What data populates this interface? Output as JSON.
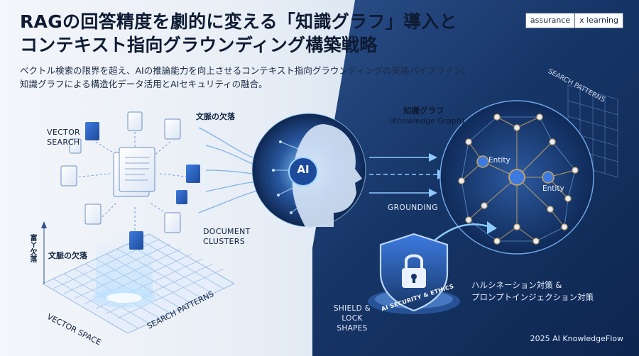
{
  "header": {
    "title_line1": "RAGの回答精度を劇的に変える「知識グラフ」導入と",
    "title_line2": "コンテキスト指向グラウンディング構築戦略",
    "subtitle_line1": "ベクトル検索の限界を超え、AIの推論能力を向上させるコンテキスト指向グラウンディングの実装パイプライン。",
    "subtitle_line2": "知識グラフによる構造化データ活用とAIセキュリティの融合。"
  },
  "brand": {
    "left": "assurance",
    "right": "x learning"
  },
  "left_panel": {
    "vector_search": [
      "VECTOR",
      "SEARCH"
    ],
    "context_gap_top": "文脈の欠落",
    "context_gap_left": "文脈の欠落",
    "vertical_text": "富ㄚ欠落",
    "document_clusters": [
      "DOCUMENT",
      "CLUSTERS"
    ],
    "vector_space": "VECTOR SPACE",
    "search_patterns": "SEARCH PATTERNS"
  },
  "center": {
    "ai_label": "AI"
  },
  "right_panel": {
    "kg_title": "知識グラフ",
    "kg_subtitle": "(Knowledge Graph)",
    "entity_1": "Entity",
    "entity_2": "Entity",
    "grounding": "GROUNDING",
    "search_patterns": "SEARCH PATTERNS",
    "shield_text": "AI SECURITY & ETHICS",
    "shield_label": [
      "SHIELD &",
      "LOCK",
      "SHAPES"
    ],
    "countermeasure_1": "ハルシネーション対策 &",
    "countermeasure_2": "プロンプトインジェクション対策",
    "footer": "2025 AI KnowledgeFlow"
  },
  "colors": {
    "accent_blue": "#3d7be0",
    "deep_navy": "#0e2650",
    "gold": "#c8a460",
    "light_cyan": "#7fd0ff"
  }
}
